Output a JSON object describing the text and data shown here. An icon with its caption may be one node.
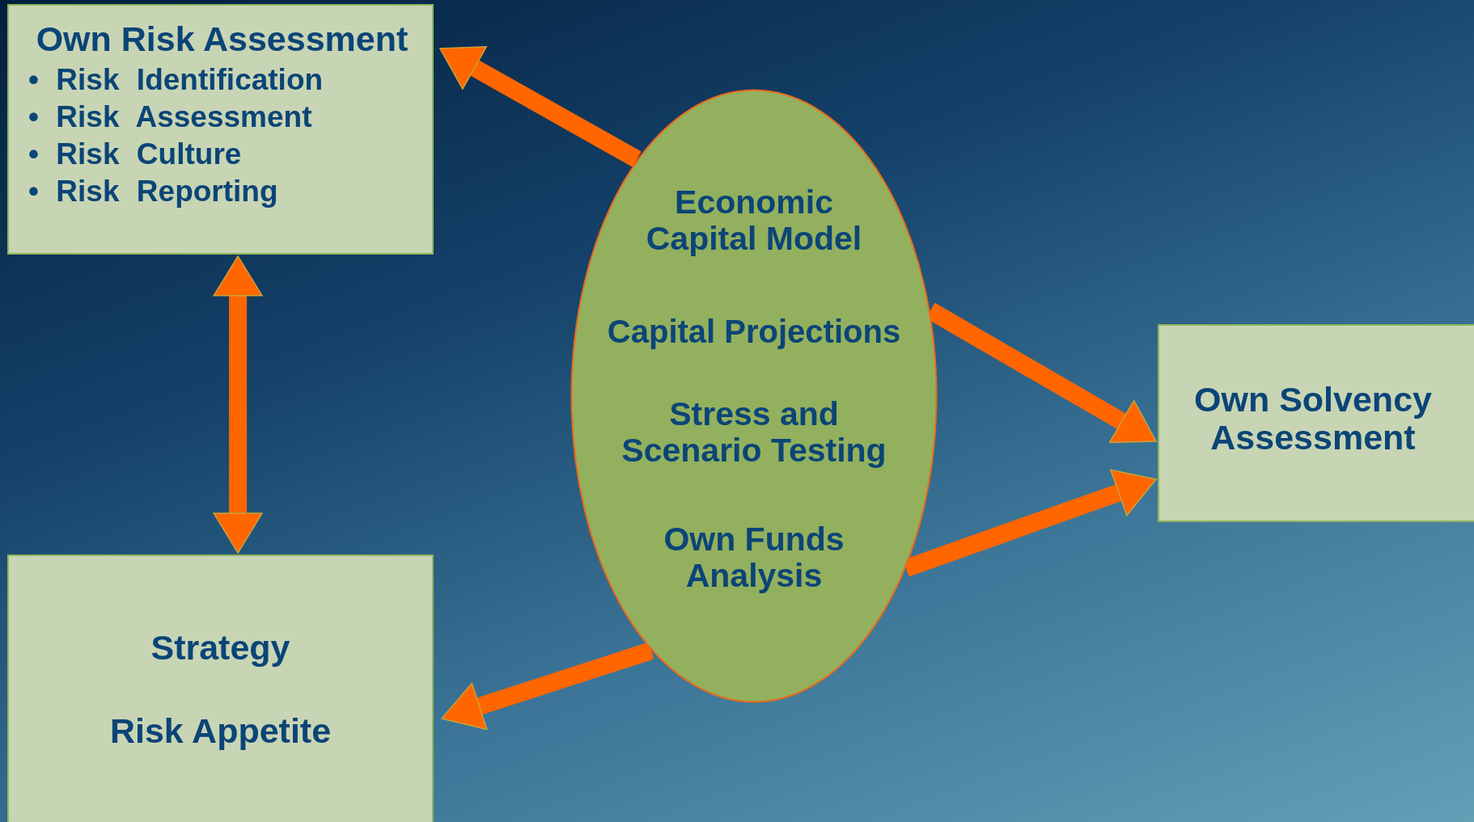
{
  "diagram": {
    "nodes": [
      {
        "text": [
          "Own Risk Assessment",
          "• Risk Identification",
          "• Risk Assessment",
          "• Risk Culture",
          "• Risk Reporting"
        ]
      },
      {
        "text": [
          "Strategy",
          "Risk Appetite"
        ]
      },
      {
        "text": [
          "Economic Capital Model",
          "Capital Projections",
          "Stress and Scenario Testing",
          "Own Funds Analysis"
        ]
      },
      {
        "text": [
          "Own Solvency Assessment"
        ]
      }
    ],
    "edges": [
      {
        "from": 2,
        "to": 0,
        "arrow": "to"
      },
      {
        "from": 0,
        "to": 1,
        "arrow": "both"
      },
      {
        "from": 2,
        "to": 3,
        "arrow": "to"
      },
      {
        "from": 2,
        "to": 3,
        "arrow": "to"
      },
      {
        "from": 2,
        "to": 1,
        "arrow": "to"
      }
    ]
  }
}
